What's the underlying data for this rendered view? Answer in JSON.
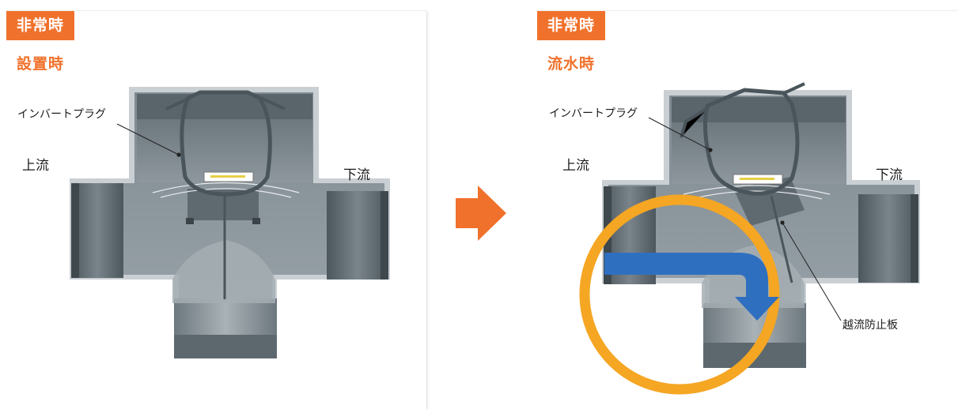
{
  "left_panel": {
    "badge": "非常時",
    "subtitle": "設置時",
    "labels": {
      "plug": "インバートプラグ",
      "upstream": "上流",
      "downstream": "下流"
    }
  },
  "right_panel": {
    "badge": "非常時",
    "subtitle": "流水時",
    "labels": {
      "plug": "インバートプラグ",
      "upstream": "上流",
      "downstream": "下流",
      "plate": "越流防止板"
    }
  },
  "colors": {
    "accent": "#f0712b",
    "flow_arrow": "#2f6fc0",
    "highlight_circle": "#f5a623",
    "pipe": "#8a959c"
  },
  "icons": {
    "transition": "arrow-right-icon"
  }
}
